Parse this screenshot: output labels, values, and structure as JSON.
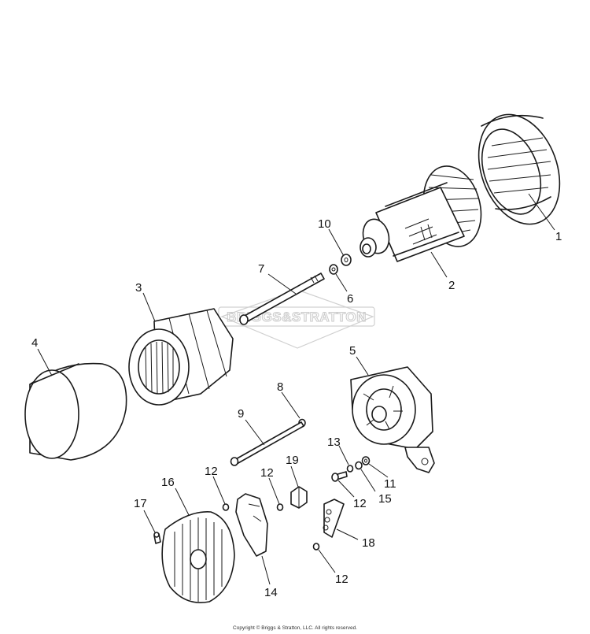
{
  "diagram": {
    "watermark_text": "BRIGGS&STRATTON",
    "copyright": "Copyright © Briggs & Stratton, LLC. All rights reserved.",
    "callouts": {
      "c1": "1",
      "c2": "2",
      "c3": "3",
      "c4": "4",
      "c5": "5",
      "c6": "6",
      "c7": "7",
      "c8": "8",
      "c9": "9",
      "c10": "10",
      "c11": "11",
      "c12a": "12",
      "c12b": "12",
      "c12c": "12",
      "c12d": "12",
      "c13": "13",
      "c14": "14",
      "c15": "15",
      "c16": "16",
      "c17": "17",
      "c18": "18",
      "c19": "19"
    }
  }
}
